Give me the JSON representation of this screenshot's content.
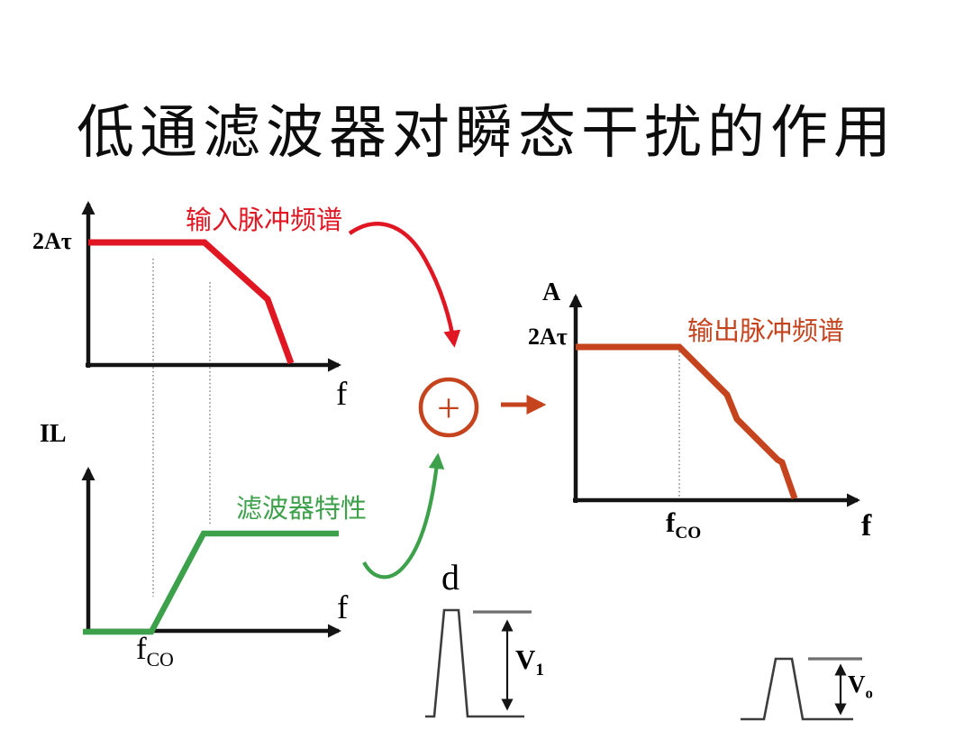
{
  "slide": {
    "title": "低通滤波器对瞬态干扰的作用"
  },
  "colors": {
    "background": "#ffffff",
    "red": "#e01623",
    "green": "#3da04a",
    "brick": "#c5431d",
    "axis": "#141414",
    "pulse": "#3d3d3d",
    "refline": "#6f6f6f",
    "dotted": "#8a8a8a"
  },
  "input_graph": {
    "amplitude_label": "2Aτ",
    "curve_label": "输入脉冲频谱",
    "x_axis_label": "f"
  },
  "filter_graph": {
    "axis_title": "IL",
    "curve_label": "滤波器特性",
    "x_axis_label": "f",
    "cutoff_base": "f",
    "cutoff_sub": "CO"
  },
  "summer": {
    "symbol": "+"
  },
  "output_graph": {
    "axis_title": "A",
    "amplitude_label": "2Aτ",
    "curve_label": "输出脉冲频谱",
    "x_axis_label": "f",
    "cutoff_base": "f",
    "cutoff_sub": "CO"
  },
  "input_pulse": {
    "width_label": "d",
    "amplitude_base": "V",
    "amplitude_sub": "1"
  },
  "output_pulse": {
    "amplitude_base": "V",
    "amplitude_sub": "o"
  }
}
